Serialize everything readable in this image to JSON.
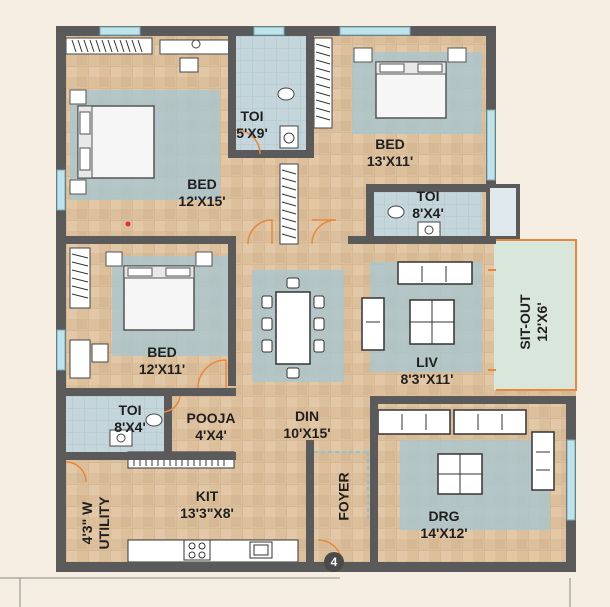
{
  "rooms": {
    "bed_master": {
      "name": "BED",
      "size": "12'X15'"
    },
    "toi_1": {
      "name": "TOI",
      "size": "5'X9'"
    },
    "bed_2": {
      "name": "BED",
      "size": "13'X11'"
    },
    "toi_2": {
      "name": "TOI",
      "size": "8'X4'"
    },
    "bed_3": {
      "name": "BED",
      "size": "12'X11'"
    },
    "liv": {
      "name": "LIV",
      "size": "8'3\"X11'"
    },
    "sitout": {
      "name": "SIT-OUT",
      "size": "12'X6'"
    },
    "toi_3": {
      "name": "TOI",
      "size": "8'X4'"
    },
    "pooja": {
      "name": "POOJA",
      "size": "4'X4'"
    },
    "din": {
      "name": "DIN",
      "size": "10'X15'"
    },
    "utility": {
      "name": "UTILITY",
      "size": "4'3\" W"
    },
    "kit": {
      "name": "KIT",
      "size": "13'3\"X8'"
    },
    "foyer": {
      "name": "FOYER"
    },
    "drg": {
      "name": "DRG",
      "size": "14'X12'"
    }
  },
  "unit_number": "4",
  "colors": {
    "wall": "#5a5a5a",
    "floor": "#dfc29b",
    "rug": "#a9c6cf",
    "window": "#bfe3ea",
    "door": "#e8883a",
    "bed": "#f6f6f6"
  }
}
